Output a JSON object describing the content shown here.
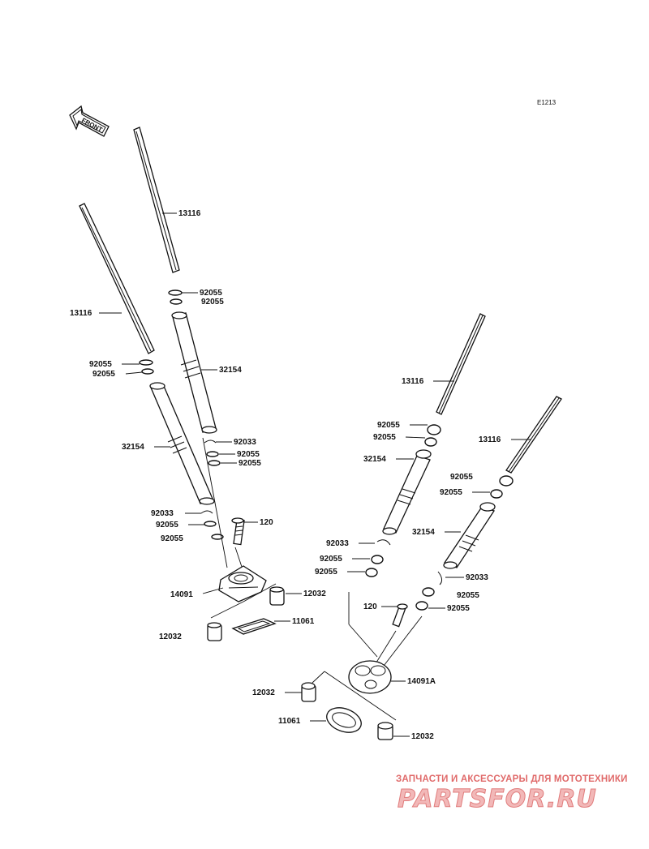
{
  "diagram_code": "E1213",
  "front_label": "FRONT",
  "watermark": {
    "subtitle": "ЗАПЧАСТИ И АКСЕССУАРЫ ДЛЯ МОТОТЕХНИКИ",
    "brand": "PARTSFOR.RU"
  },
  "labels": {
    "l1": "13116",
    "l2": "92055",
    "l3": "92055",
    "l4": "13116",
    "l5": "92055",
    "l6": "92055",
    "l7": "32154",
    "l8": "92033",
    "l9": "32154",
    "l10": "92055",
    "l11": "92055",
    "l12": "92033",
    "l13": "120",
    "l14": "92055",
    "l15": "92055",
    "l16": "14091",
    "l17": "12032",
    "l18": "11061",
    "l19": "12032",
    "l20": "13116",
    "l21": "92055",
    "l22": "92055",
    "l23": "13116",
    "l24": "32154",
    "l25": "92055",
    "l26": "92055",
    "l27": "92033",
    "l28": "32154",
    "l29": "92055",
    "l30": "92055",
    "l31": "92033",
    "l32": "120",
    "l33": "92055",
    "l34": "92055",
    "l35": "14091A",
    "l36": "12032",
    "l37": "11061",
    "l38": "12032"
  }
}
